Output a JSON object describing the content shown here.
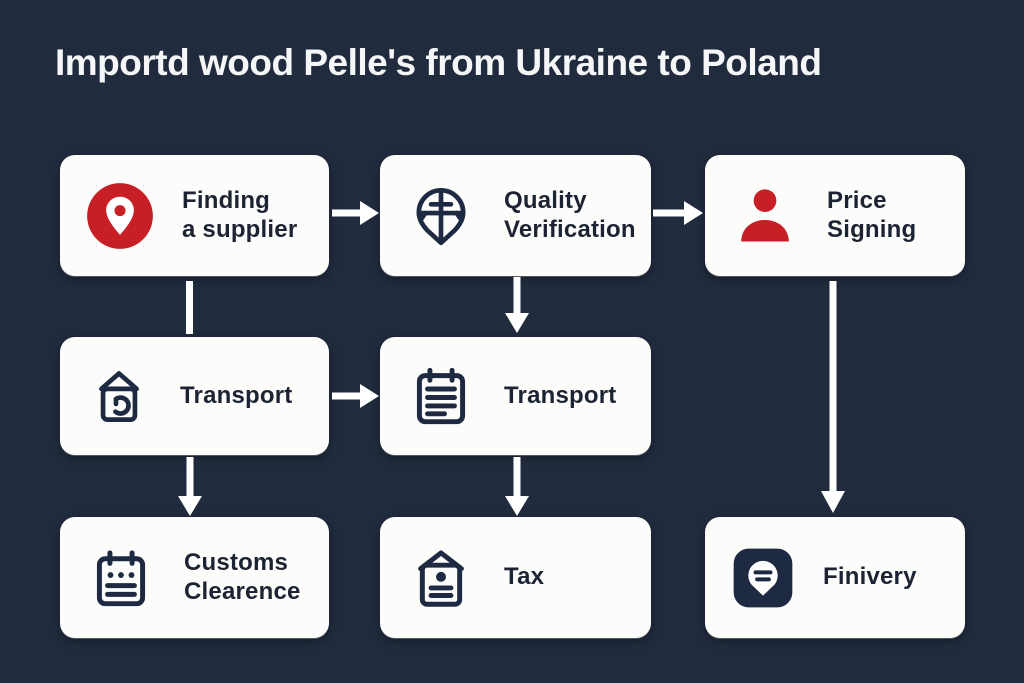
{
  "title": "Importd wood Pelle's from Ukraine to Poland",
  "colors": {
    "background": "#202b3d",
    "card": "#fcfcfb",
    "accent_red": "#c81e26",
    "icon_navy": "#1d2a42",
    "text_dark": "#1c2433",
    "arrow_white": "#ffffff"
  },
  "flow": {
    "boxes": [
      {
        "id": "finding-supplier",
        "label": "Finding\na supplier",
        "icon": "location-pin-icon"
      },
      {
        "id": "quality-verification",
        "label": "Quality\nVerification",
        "icon": "quality-shield-icon"
      },
      {
        "id": "price-signing",
        "label": "Price\nSigning",
        "icon": "person-icon"
      },
      {
        "id": "transport-road",
        "label": "Transport",
        "icon": "house-refresh-icon"
      },
      {
        "id": "transport-docs",
        "label": "Transport",
        "icon": "notepad-icon"
      },
      {
        "id": "customs-clearence",
        "label": "Customs\nClearence",
        "icon": "calendar-icon"
      },
      {
        "id": "tax",
        "label": "Tax",
        "icon": "tax-document-icon"
      },
      {
        "id": "finivery",
        "label": "Finivery",
        "icon": "delivery-badge-icon"
      }
    ],
    "connectors": [
      {
        "from": "finding-supplier",
        "to": "quality-verification",
        "type": "arrow-right"
      },
      {
        "from": "quality-verification",
        "to": "price-signing",
        "type": "arrow-right"
      },
      {
        "from": "finding-supplier",
        "to": "transport-road",
        "type": "line-down"
      },
      {
        "from": "quality-verification",
        "to": "transport-docs",
        "type": "arrow-down"
      },
      {
        "from": "transport-road",
        "to": "transport-docs",
        "type": "arrow-right"
      },
      {
        "from": "transport-road",
        "to": "customs-clearence",
        "type": "arrow-down"
      },
      {
        "from": "transport-docs",
        "to": "tax",
        "type": "arrow-down"
      },
      {
        "from": "price-signing",
        "to": "finivery",
        "type": "arrow-down-long"
      }
    ]
  }
}
